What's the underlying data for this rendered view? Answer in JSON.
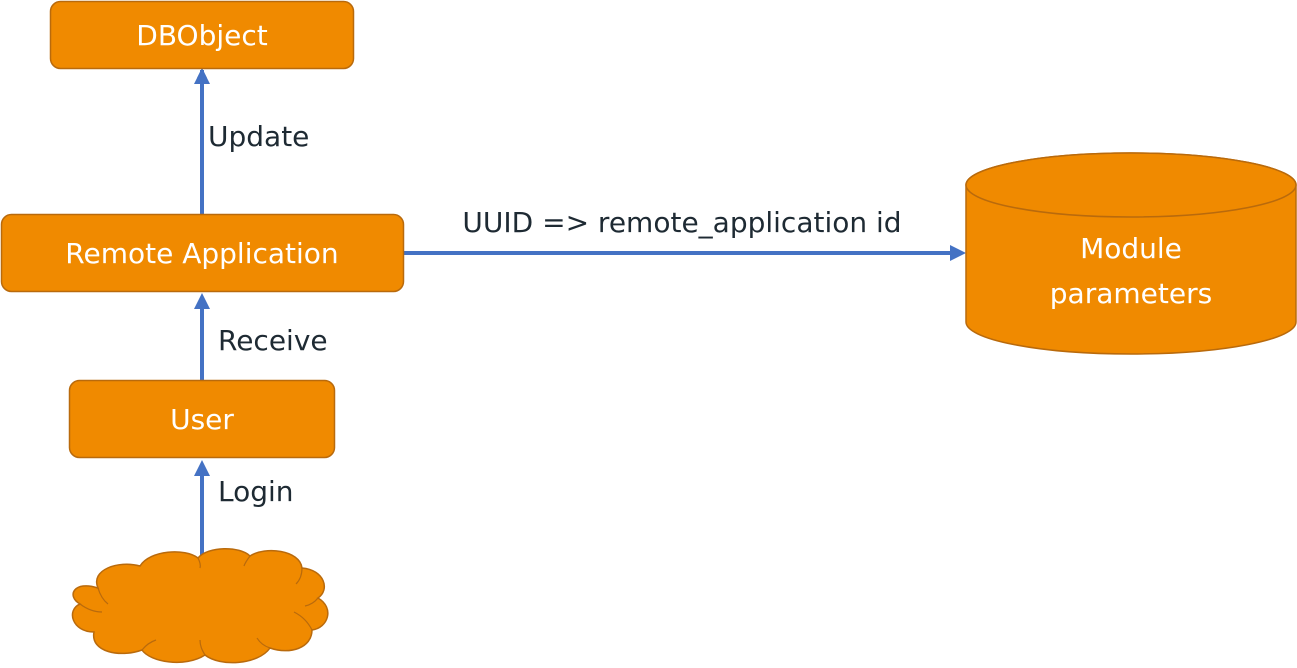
{
  "colors": {
    "node_fill": "#f08a00",
    "node_stroke": "#b96a0c",
    "arrow": "#4472c4",
    "label_text": "#1e2a33",
    "node_text": "#ffffff"
  },
  "nodes": {
    "dbobject": {
      "label": "DBObject",
      "shape": "rounded-rectangle"
    },
    "remote_application": {
      "label": "Remote Application",
      "shape": "rounded-rectangle"
    },
    "user": {
      "label": "User",
      "shape": "rounded-rectangle"
    },
    "module_parameters": {
      "label_line1": "Module",
      "label_line2": "parameters",
      "shape": "cylinder"
    },
    "cloud": {
      "label": "",
      "shape": "cloud"
    }
  },
  "edges": {
    "update": {
      "label": "Update",
      "from": "Remote Application",
      "to": "DBObject"
    },
    "receive": {
      "label": "Receive",
      "from": "User",
      "to": "Remote Application"
    },
    "login": {
      "label": "Login",
      "from": "cloud",
      "to": "User"
    },
    "uuid": {
      "label": "UUID => remote_application id",
      "from": "Remote Application",
      "to": "Module parameters"
    }
  }
}
